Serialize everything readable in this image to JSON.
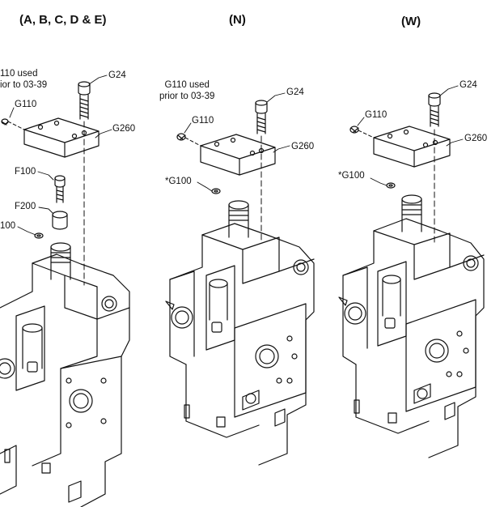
{
  "titles": {
    "group_a": "(A, B, C, D & E)",
    "group_n": "(N)",
    "group_w": "(W)"
  },
  "labels": {
    "g24": "G24",
    "g110": "G110",
    "g260": "G260",
    "f100": "F100",
    "f200": "F200",
    "g100_a": "100",
    "g100_star": "*G100"
  },
  "notes": {
    "a_line1": "110 used",
    "a_line2": "ior to 03-39",
    "n_line1": "G110 used",
    "n_line2": "prior to 03-39"
  }
}
